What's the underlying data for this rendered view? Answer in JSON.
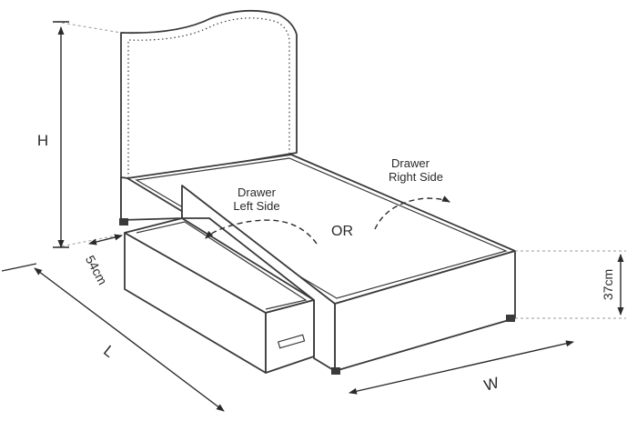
{
  "labels": {
    "height": "H",
    "length": "L",
    "width": "W",
    "drawer_depth": "54cm",
    "base_height": "37cm",
    "drawer_left_line1": "Drawer",
    "drawer_left_line2": "Left Side",
    "drawer_right_line1": "Drawer",
    "drawer_right_line2": "Right Side",
    "or": "OR"
  }
}
